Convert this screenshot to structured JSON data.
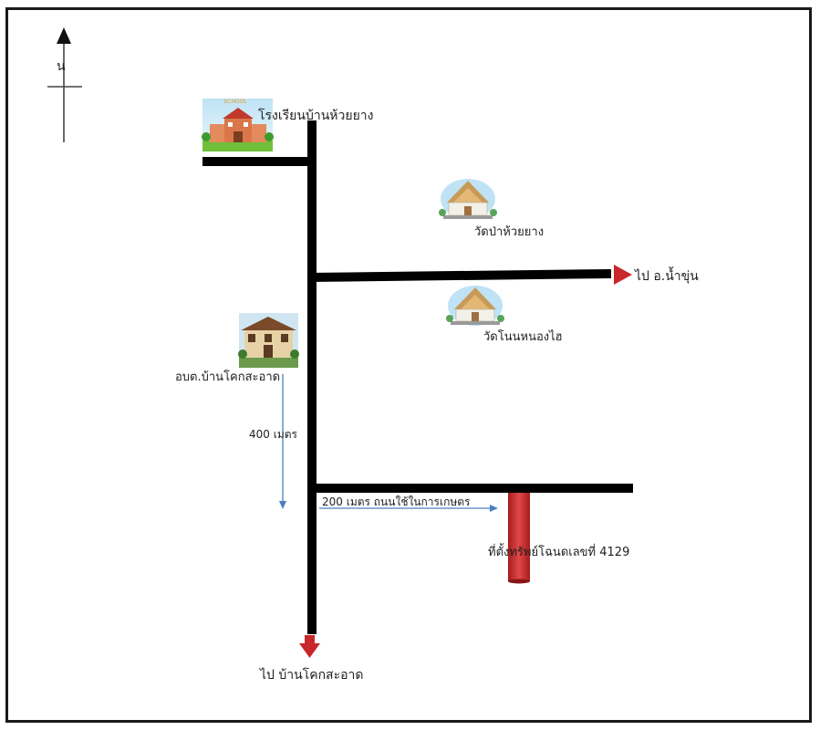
{
  "compass": {
    "north_label": "น"
  },
  "landmarks": {
    "school": {
      "name": "โรงเรียนบ้านห้วยยาง",
      "sign_text": "SCHOOL"
    },
    "temple_1": {
      "name": "วัดป่าห้วยยาง"
    },
    "temple_2": {
      "name": "วัดโนนหนองไฮ"
    },
    "office": {
      "name": "อบต.บ้านโคกสะอาด"
    },
    "parcel": {
      "name": "ที่ตั้งทรัพย์โฉนดเลขที่ 4129"
    }
  },
  "directions": {
    "east": "ไป อ.น้ำขุ่น",
    "south": "ไป บ้านโคกสะอาด"
  },
  "distances": {
    "vertical": "400 เมตร",
    "horizontal": "200 เมตร ถนนใช้ในการเกษตร"
  },
  "colors": {
    "road": "#000000",
    "arrow_red": "#c8272b",
    "distance_line": "#4a7fc1",
    "parcel_fill": "#d23a3a"
  }
}
